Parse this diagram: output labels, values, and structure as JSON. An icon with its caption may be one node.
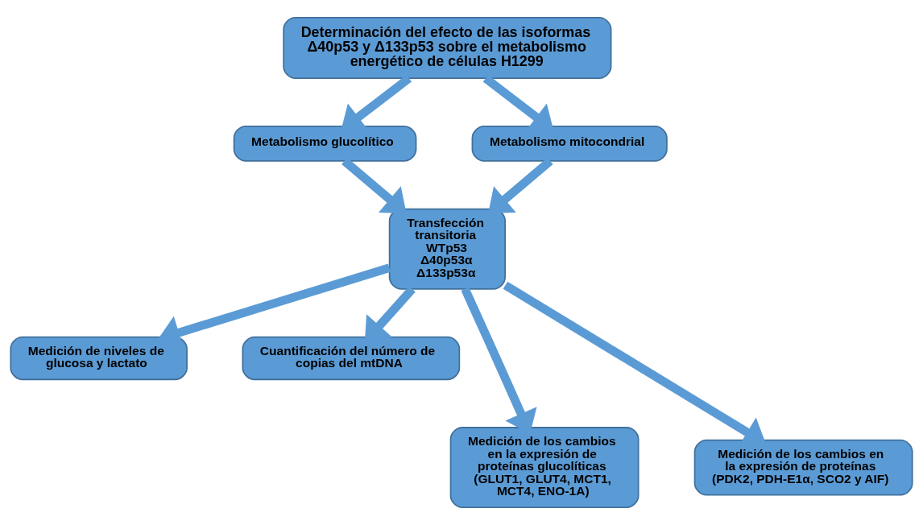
{
  "diagram": {
    "nodes": [
      {
        "text": [
          "Determinación del efecto de las isoformas Δ40p53 y Δ133p53 sobre el metabolismo energético de células H1299"
        ]
      },
      {
        "text": [
          "Metabolismo glucolítico"
        ]
      },
      {
        "text": [
          "Metabolismo mitocondrial"
        ]
      },
      {
        "text": [
          "Transfección transitoria WTp53 Δ40p53α Δ133p53α"
        ]
      },
      {
        "text": [
          "Medición de niveles de glucosa y lactato"
        ]
      },
      {
        "text": [
          "Cuantificación del número de copias del mtDNA"
        ]
      },
      {
        "text": [
          "Medición de los cambios en la expresión de proteínas glucolíticas (GLUT1, GLUT4, MCT1, MCT4, ENO-1A)"
        ]
      },
      {
        "text": [
          "Medición de los cambios en la expresión de proteínas (PDK2, PDH-E1α, SCO2 y AIF)"
        ]
      }
    ],
    "edges": [
      {
        "from": 0,
        "to": 1,
        "arrow": "to"
      },
      {
        "from": 0,
        "to": 2,
        "arrow": "to"
      },
      {
        "from": 1,
        "to": 3,
        "arrow": "to"
      },
      {
        "from": 2,
        "to": 3,
        "arrow": "to"
      },
      {
        "from": 3,
        "to": 4,
        "arrow": "to"
      },
      {
        "from": 3,
        "to": 5,
        "arrow": "to"
      },
      {
        "from": 3,
        "to": 6,
        "arrow": "to"
      },
      {
        "from": 3,
        "to": 7,
        "arrow": "to"
      }
    ]
  }
}
